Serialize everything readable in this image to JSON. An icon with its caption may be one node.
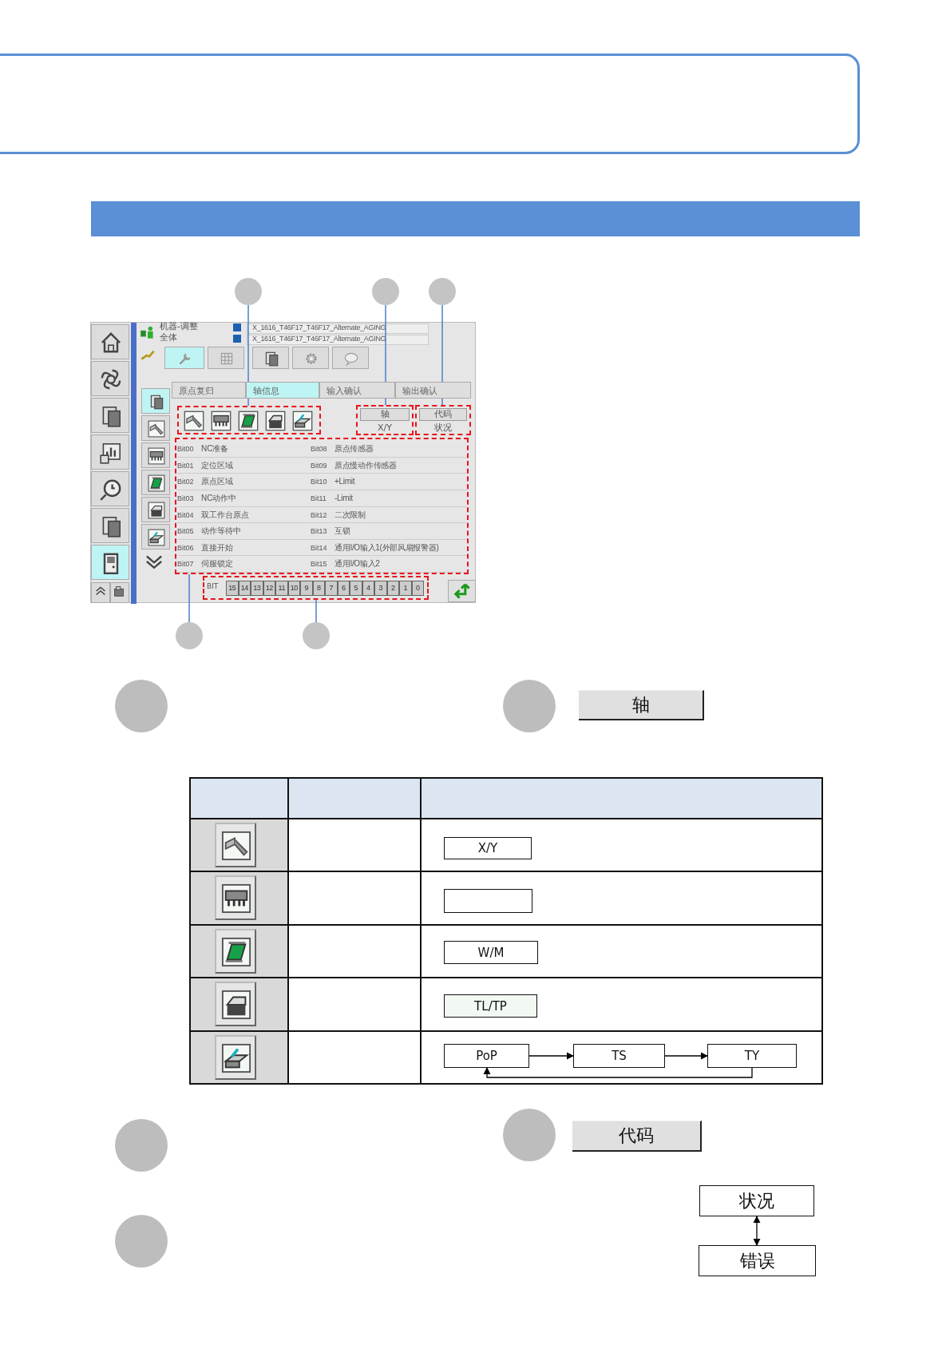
{
  "diagram": {
    "nodes": [
      {
        "text": [],
        "shape": "box"
      },
      {
        "text": [],
        "shape": "bar"
      },
      {
        "text": [],
        "shape": "circle"
      },
      {
        "text": [],
        "shape": "circle"
      },
      {
        "text": [],
        "shape": "circle"
      },
      {
        "text": [],
        "shape": "box"
      },
      {
        "text": [
          "轴",
          "X/Y"
        ]
      },
      {
        "text": [
          "代码",
          "状况"
        ]
      },
      {
        "text": [
          "Bit00",
          "NC准备",
          "Bit08",
          "原点传感器",
          "Bit01",
          "定位区域",
          "Bit09",
          "原点慢动作传感器",
          "Bit02",
          "原点区域",
          "Bit10",
          "+Limit",
          "Bit03",
          "NC动作中",
          "Bit11",
          "-Limit",
          "Bit04",
          "双工作台原点",
          "Bit12",
          "二次限制",
          "Bit05",
          "动作等待中",
          "Bit13",
          "互锁",
          "Bit06",
          "直接开始",
          "Bit14",
          "通用I/O输入1(外部风扇报警器)",
          "Bit07",
          "伺服锁定",
          "Bit15",
          "通用I/O输入2"
        ]
      },
      {
        "text": [
          "BIT",
          "15",
          "14",
          "13",
          "12",
          "11",
          "10",
          "9",
          "8",
          "7",
          "6",
          "5",
          "4",
          "3",
          "2",
          "1",
          "0"
        ]
      },
      {
        "text": [],
        "shape": "circle"
      },
      {
        "text": [],
        "shape": "circle"
      },
      {
        "text": [],
        "shape": "circle"
      },
      {
        "text": [],
        "shape": "circle"
      },
      {
        "text": [
          "轴"
        ]
      },
      {
        "text": [
          "X/Y"
        ]
      },
      {
        "text": [],
        "shape": "box"
      },
      {
        "text": [
          "W/M"
        ]
      },
      {
        "text": [
          "TL/TP"
        ]
      },
      {
        "text": [
          "PoP"
        ]
      },
      {
        "text": [
          "TS"
        ]
      },
      {
        "text": [
          "TY"
        ]
      },
      {
        "text": [],
        "shape": "circle"
      },
      {
        "text": [],
        "shape": "circle"
      },
      {
        "text": [
          "代码"
        ]
      },
      {
        "text": [
          "状况"
        ]
      },
      {
        "text": [
          "错误"
        ]
      },
      {
        "text": [],
        "shape": "circle"
      }
    ],
    "edges": [
      {
        "from": 2,
        "to": 5,
        "arrow": "none"
      },
      {
        "from": 3,
        "to": 6,
        "arrow": "none"
      },
      {
        "from": 4,
        "to": 7,
        "arrow": "none"
      },
      {
        "from": 10,
        "to": 8,
        "arrow": "none"
      },
      {
        "from": 11,
        "to": 9,
        "arrow": "none"
      },
      {
        "from": 19,
        "to": 20,
        "arrow": "to",
        "color": "#000000"
      },
      {
        "from": 20,
        "to": 21,
        "arrow": "to",
        "color": "#000000"
      },
      {
        "from": 21,
        "to": 19,
        "arrow": "to",
        "color": "#000000"
      },
      {
        "from": 25,
        "to": 26,
        "arrow": "both",
        "color": "#000000"
      }
    ],
    "labels": [
      "机器-调整",
      "全体",
      "X_1616_T46F17_T46F17_Alternate_AGING",
      "X_1616_T46F17_T46F17_Alternate_AGING",
      "原点复归",
      "轴信息",
      "输入确认",
      "输出确认"
    ]
  }
}
